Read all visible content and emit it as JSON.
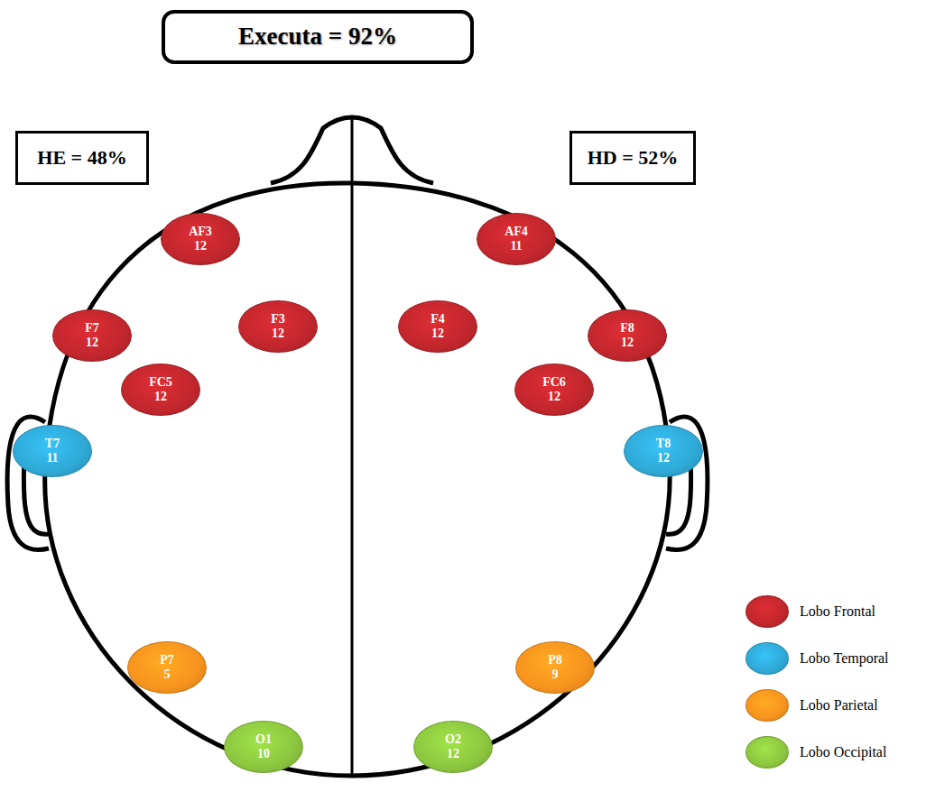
{
  "diagram": {
    "nodes": [
      {
        "text": [
          "Executa = 92%"
        ]
      },
      {
        "text": [
          "HE = 48%"
        ]
      },
      {
        "text": [
          "HD = 52%"
        ]
      },
      {
        "text": [
          "AF3",
          "12"
        ]
      },
      {
        "text": [
          "AF4",
          "11"
        ]
      },
      {
        "text": [
          "F7",
          "12"
        ]
      },
      {
        "text": [
          "F3",
          "12"
        ]
      },
      {
        "text": [
          "F4",
          "12"
        ]
      },
      {
        "text": [
          "F8",
          "12"
        ]
      },
      {
        "text": [
          "FC5",
          "12"
        ]
      },
      {
        "text": [
          "FC6",
          "12"
        ]
      },
      {
        "text": [
          "T7",
          "11"
        ]
      },
      {
        "text": [
          "T8",
          "12"
        ]
      },
      {
        "text": [
          "P7",
          "5"
        ]
      },
      {
        "text": [
          "P8",
          "9"
        ]
      },
      {
        "text": [
          "O1",
          "10"
        ]
      },
      {
        "text": [
          "O2",
          "12"
        ]
      }
    ],
    "legend": [
      {
        "text": "Lobo Frontal",
        "color": "#c1272d"
      },
      {
        "text": "Lobo Temporal",
        "color": "#2fa9d6"
      },
      {
        "text": "Lobo Parietal",
        "color": "#f7931e"
      },
      {
        "text": "Lobo Occipital",
        "color": "#8cc63f"
      }
    ]
  }
}
